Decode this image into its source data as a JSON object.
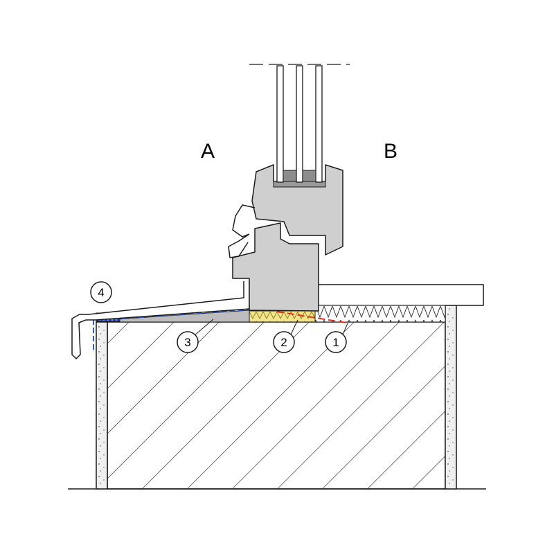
{
  "zones": {
    "outside": "A",
    "inside": "B"
  },
  "callouts": [
    "1",
    "2",
    "3",
    "4"
  ],
  "colors": {
    "outline": "#1a1a1a",
    "frame_fill": "#cfcfcf",
    "masonry_hatch": "#2a2a2a",
    "render_fill": "#eeeeee",
    "screed_fill": "#bdbdbd",
    "insulation_yellow": "#f2e48a",
    "insulation_dark": "#1f3f9a",
    "vapour_barrier": "#2f5fd0",
    "sealing_tape": "#e03020",
    "sill_board": "#ffffff"
  }
}
